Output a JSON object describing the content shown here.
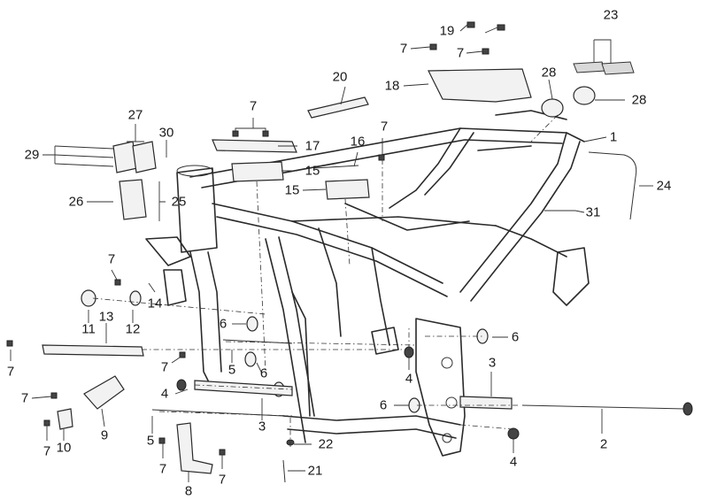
{
  "callouts": [
    {
      "id": "c23",
      "text": "23"
    },
    {
      "id": "c19",
      "text": "19"
    },
    {
      "id": "c7a",
      "text": "7"
    },
    {
      "id": "c7b",
      "text": "7"
    },
    {
      "id": "c20",
      "text": "20"
    },
    {
      "id": "c18",
      "text": "18"
    },
    {
      "id": "c28a",
      "text": "28"
    },
    {
      "id": "c28b",
      "text": "28"
    },
    {
      "id": "c27",
      "text": "27"
    },
    {
      "id": "c7c",
      "text": "7"
    },
    {
      "id": "c30",
      "text": "30"
    },
    {
      "id": "c29",
      "text": "29"
    },
    {
      "id": "c17",
      "text": "17"
    },
    {
      "id": "c16",
      "text": "16"
    },
    {
      "id": "c7d",
      "text": "7"
    },
    {
      "id": "c1",
      "text": "1"
    },
    {
      "id": "c15a",
      "text": "15"
    },
    {
      "id": "c15b",
      "text": "15"
    },
    {
      "id": "c24",
      "text": "24"
    },
    {
      "id": "c26",
      "text": "26"
    },
    {
      "id": "c25",
      "text": "25"
    },
    {
      "id": "c31",
      "text": "31"
    },
    {
      "id": "c7e",
      "text": "7"
    },
    {
      "id": "c14",
      "text": "14"
    },
    {
      "id": "c11",
      "text": "11"
    },
    {
      "id": "c12",
      "text": "12"
    },
    {
      "id": "c13",
      "text": "13"
    },
    {
      "id": "c6a",
      "text": "6"
    },
    {
      "id": "c6b",
      "text": "6"
    },
    {
      "id": "c7f",
      "text": "7"
    },
    {
      "id": "c7g",
      "text": "7"
    },
    {
      "id": "c5a",
      "text": "5"
    },
    {
      "id": "c6c",
      "text": "6"
    },
    {
      "id": "c4a",
      "text": "4"
    },
    {
      "id": "c3a",
      "text": "3"
    },
    {
      "id": "c4b",
      "text": "4"
    },
    {
      "id": "c6d",
      "text": "6"
    },
    {
      "id": "c7h",
      "text": "7"
    },
    {
      "id": "c3b",
      "text": "3"
    },
    {
      "id": "c9",
      "text": "9"
    },
    {
      "id": "c2",
      "text": "2"
    },
    {
      "id": "c7i",
      "text": "7"
    },
    {
      "id": "c10",
      "text": "10"
    },
    {
      "id": "c5b",
      "text": "5"
    },
    {
      "id": "c22",
      "text": "22"
    },
    {
      "id": "c4c",
      "text": "4"
    },
    {
      "id": "c7j",
      "text": "7"
    },
    {
      "id": "c7k",
      "text": "7"
    },
    {
      "id": "c21",
      "text": "21"
    },
    {
      "id": "c8",
      "text": "8"
    }
  ]
}
